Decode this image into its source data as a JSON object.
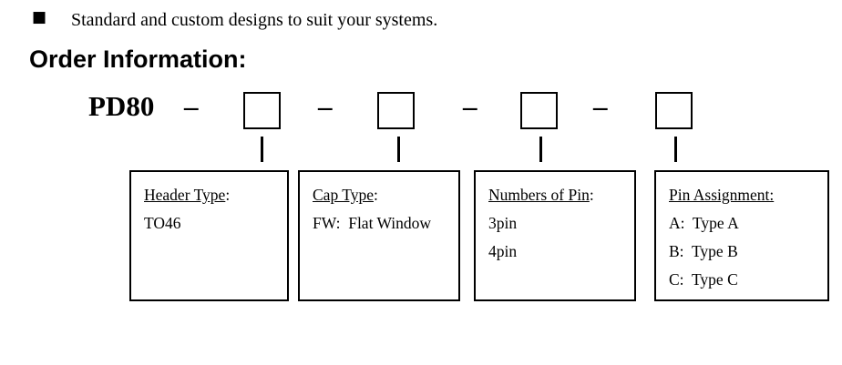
{
  "colors": {
    "ink": "#000000",
    "paper": "#ffffff"
  },
  "bullet_item": {
    "marker": "■",
    "text": "Standard and custom designs to suit your systems."
  },
  "heading": {
    "title": "Order Information:"
  },
  "order_diagram": {
    "prefix": "PD80",
    "separator": "–",
    "fields": [
      {
        "label": "Header Type",
        "suffix": ":",
        "options": [
          "TO46"
        ]
      },
      {
        "label": "Cap Type",
        "suffix": ":",
        "options": [
          "FW:  Flat Window"
        ]
      },
      {
        "label": "Numbers of Pin",
        "suffix": ":",
        "options": [
          "3pin",
          "4pin"
        ]
      },
      {
        "label": "Pin Assignment:",
        "suffix": "",
        "options": [
          "A:  Type A",
          "B:  Type B",
          "C:  Type C"
        ]
      }
    ]
  }
}
